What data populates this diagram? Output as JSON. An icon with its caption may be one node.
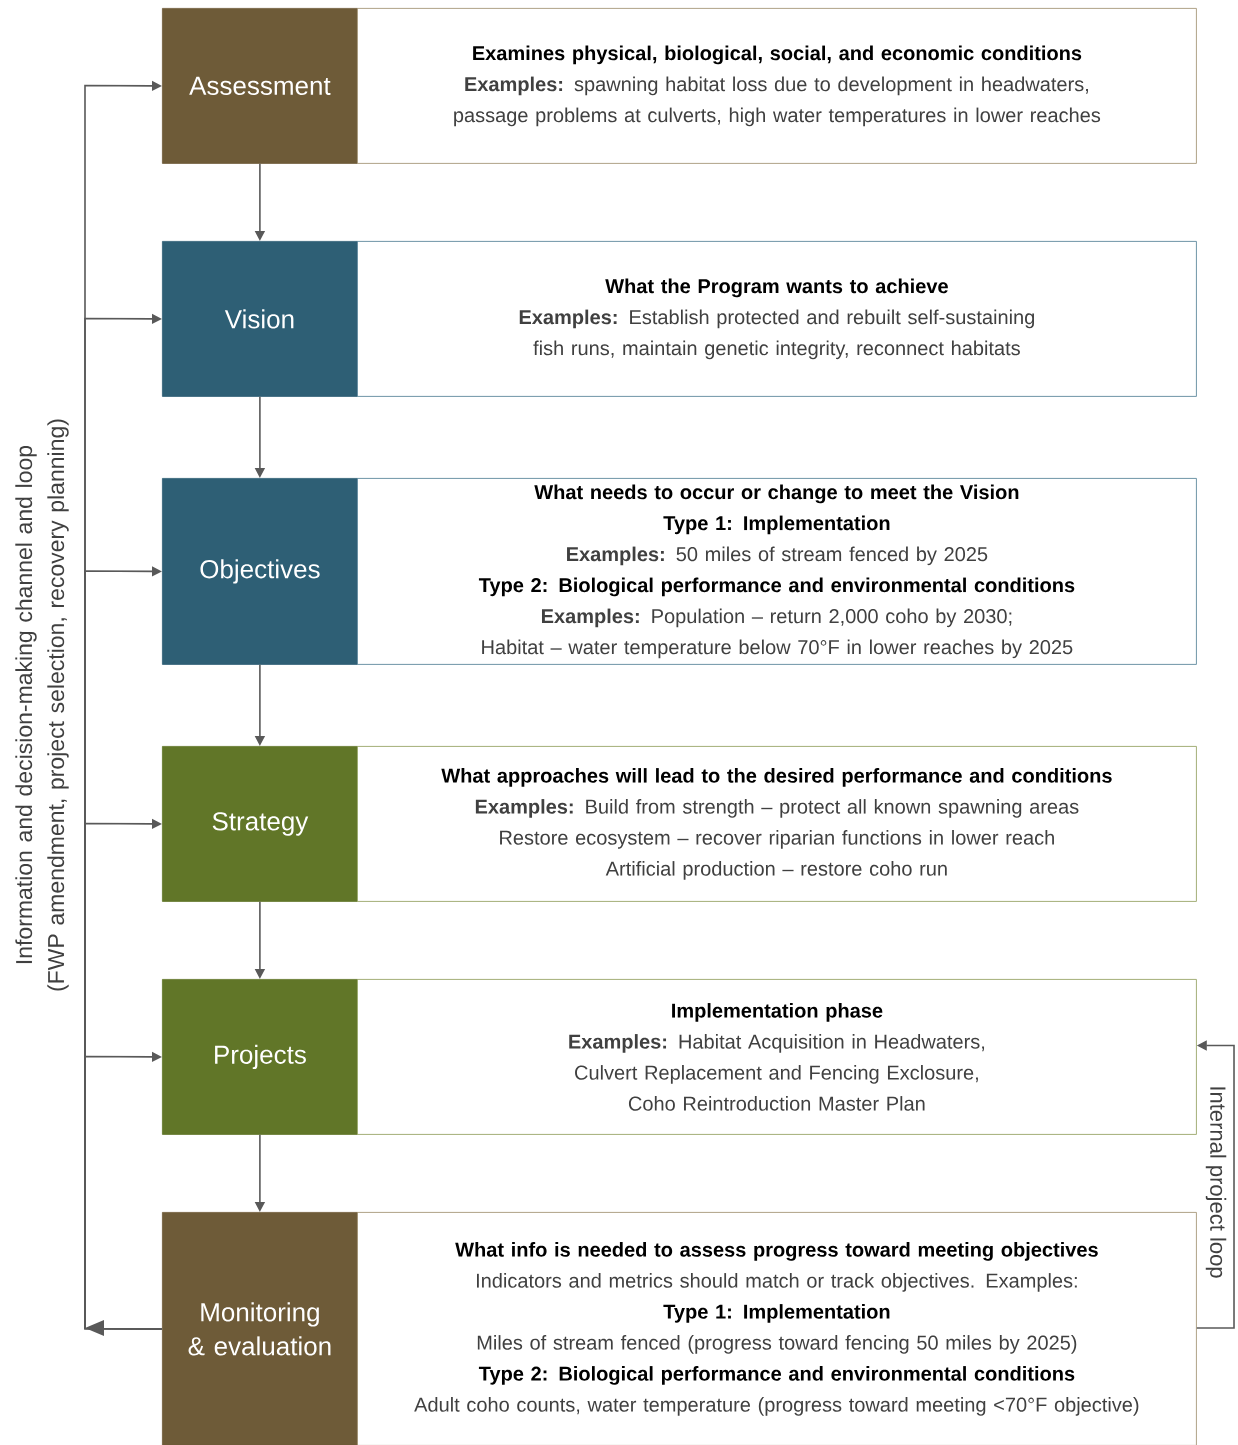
{
  "diagram": {
    "nodes": [
      {
        "text": [
          "Assessment"
        ]
      },
      {
        "text": [
          "Examines physical, biological, social, and economic conditions",
          "**Examples:** spawning habitat loss due to development in headwaters, passage problems at culverts, high water temperatures in lower reaches"
        ]
      },
      {
        "text": [
          "Vision"
        ]
      },
      {
        "text": [
          "What the Program wants to achieve",
          "**Examples:** Establish protected and rebuilt self-sustaining fish runs, maintain genetic integrity, reconnect habitats"
        ]
      },
      {
        "text": [
          "Objectives"
        ]
      },
      {
        "text": [
          "What needs to occur or change to meet the Vision",
          "Type 1: Implementation",
          "**Examples:** 50 miles of stream fenced by 2025",
          "Type 2: Biological performance and environmental conditions",
          "**Examples:** Population – return 2,000 coho by 2030;",
          "Habitat – water temperature below 70°F in lower reaches by 2025"
        ]
      },
      {
        "text": [
          "Strategy"
        ]
      },
      {
        "text": [
          "What approaches will lead to the desired performance and conditions",
          "**Examples:** Build from strength – protect all known spawning areas",
          "Restore ecosystem – recover riparian functions in lower reach",
          "Artificial production – restore coho run"
        ]
      },
      {
        "text": [
          "Projects"
        ]
      },
      {
        "text": [
          "Implementation phase",
          "**Examples:** Habitat Acquisition in Headwaters,",
          "Culvert Replacement and Fencing Exclosure,",
          "Coho Reintroduction Master Plan"
        ]
      },
      {
        "text": [
          "Monitoring & evaluation"
        ]
      },
      {
        "text": [
          "What info is needed to assess progress toward meeting objectives",
          "Indicators and metrics should match or track objectives. Examples:",
          "Type 1: Implementation",
          "Miles of stream fenced (progress toward fencing 50 miles by 2025)",
          "Type 2: Biological performance and environmental conditions",
          "Adult coho counts, water temperature (progress toward meeting <70°F objective)"
        ]
      }
    ],
    "edges": [
      {
        "from": 0,
        "to": 2,
        "arrow": "to"
      },
      {
        "from": 2,
        "to": 4,
        "arrow": "to"
      },
      {
        "from": 4,
        "to": 6,
        "arrow": "to"
      },
      {
        "from": 6,
        "to": 8,
        "arrow": "to"
      },
      {
        "from": 8,
        "to": 10,
        "arrow": "to"
      },
      {
        "from": 10,
        "to": 0,
        "arrow": "to"
      },
      {
        "from": 10,
        "to": 2,
        "arrow": "to"
      },
      {
        "from": 10,
        "to": 4,
        "arrow": "to"
      },
      {
        "from": 10,
        "to": 6,
        "arrow": "to"
      },
      {
        "from": 10,
        "to": 8,
        "arrow": "to"
      },
      {
        "from": 11,
        "to": 9,
        "arrow": "to",
        "label": "Internal project loop"
      }
    ],
    "labels": [
      "Information and decision-making channel and loop (FWP amendment, project selection, recovery planning)"
    ]
  }
}
